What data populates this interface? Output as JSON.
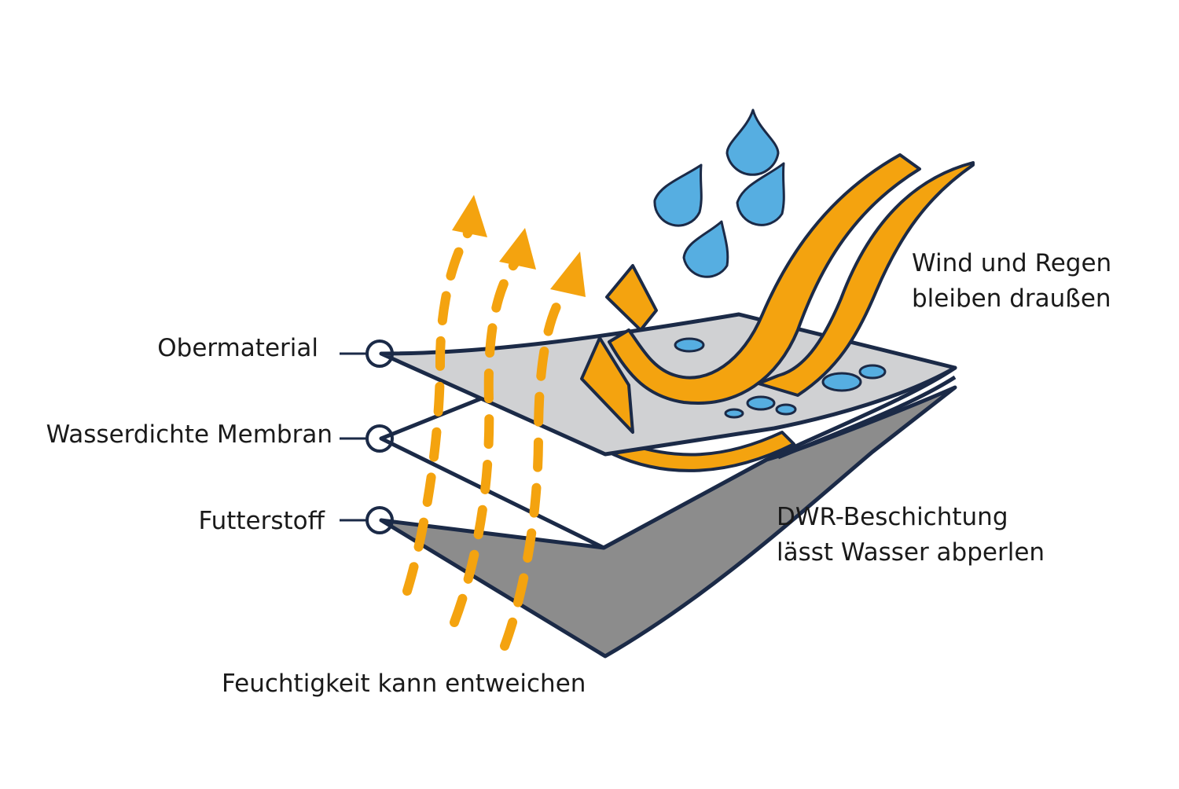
{
  "labels": {
    "outer": "Obermaterial",
    "membrane": "Wasserdichte Membran",
    "lining": "Futterstoff",
    "wind_rain_line1": "Wind und Regen",
    "wind_rain_line2": "bleiben draußen",
    "dwr_line1": "DWR-Beschichtung",
    "dwr_line2": "lässt Wasser abperlen",
    "moisture": "Feuchtigkeit kann entweichen"
  },
  "colors": {
    "outline": "#1b2a47",
    "outer_layer": "#d0d1d3",
    "membrane_layer": "#ffffff",
    "lining_layer": "#8c8c8c",
    "arrow": "#f4a30f",
    "raindrop": "#56aee1"
  }
}
